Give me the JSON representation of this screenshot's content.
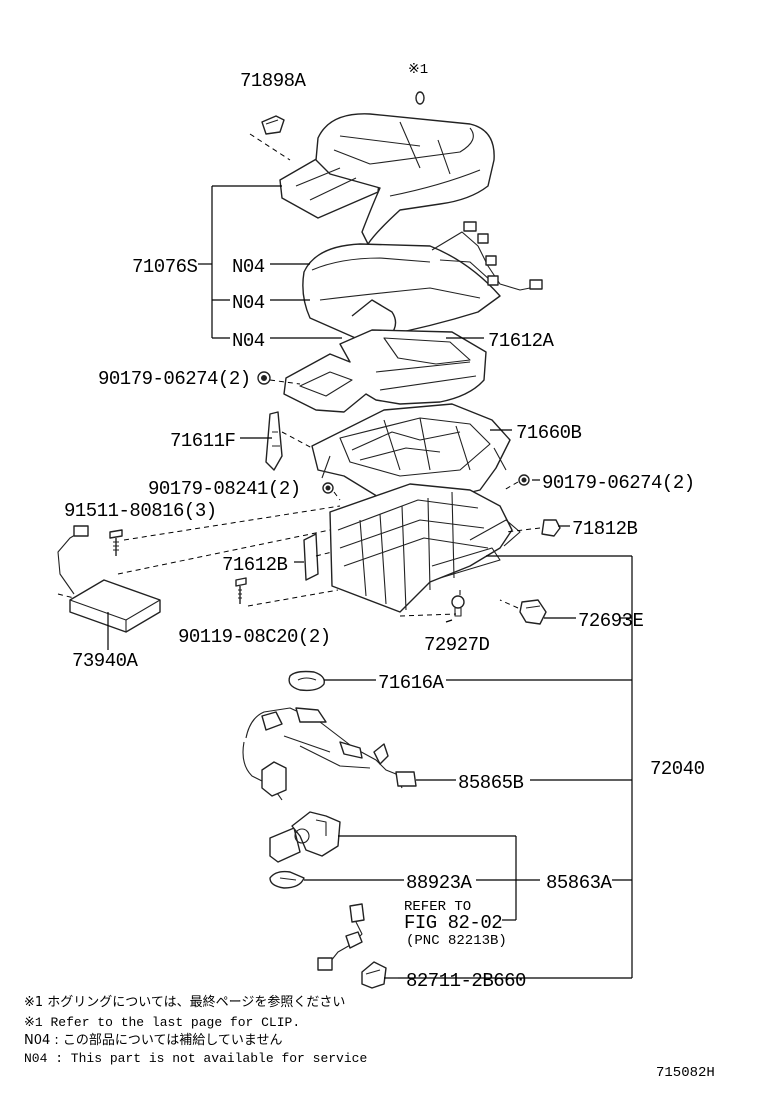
{
  "diagram_id": "715082H",
  "clip_mark": "※1",
  "labels": {
    "p71898A": "71898A",
    "p71076S": "71076S",
    "n04a": "N04",
    "n04b": "N04",
    "n04c": "N04",
    "p71612A": "71612A",
    "p90179_06274_a": "90179-06274(2)",
    "p71660B": "71660B",
    "p71611F": "71611F",
    "p90179_08241": "90179-08241(2)",
    "p90179_06274_b": "90179-06274(2)",
    "p91511_80816": "91511-80816(3)",
    "p71812B": "71812B",
    "p71612B": "71612B",
    "p72693E": "72693E",
    "p90119_08C20": "90119-08C20(2)",
    "p72927D": "72927D",
    "p73940A": "73940A",
    "p71616A": "71616A",
    "p72040": "72040",
    "p85865B": "85865B",
    "p88923A": "88923A",
    "p85863A": "85863A",
    "p82711_2B660": "82711-2B660"
  },
  "refer": {
    "line1": "REFER TO",
    "line2": "FIG 82-02",
    "line3": "(PNC 82213B)"
  },
  "notes": [
    "※1 ホグリングについては、最終ページを参照ください",
    "※1  Refer to the last page for CLIP.",
    "N04 : この部品については補給していません",
    "N04 : This part is not available for service"
  ]
}
